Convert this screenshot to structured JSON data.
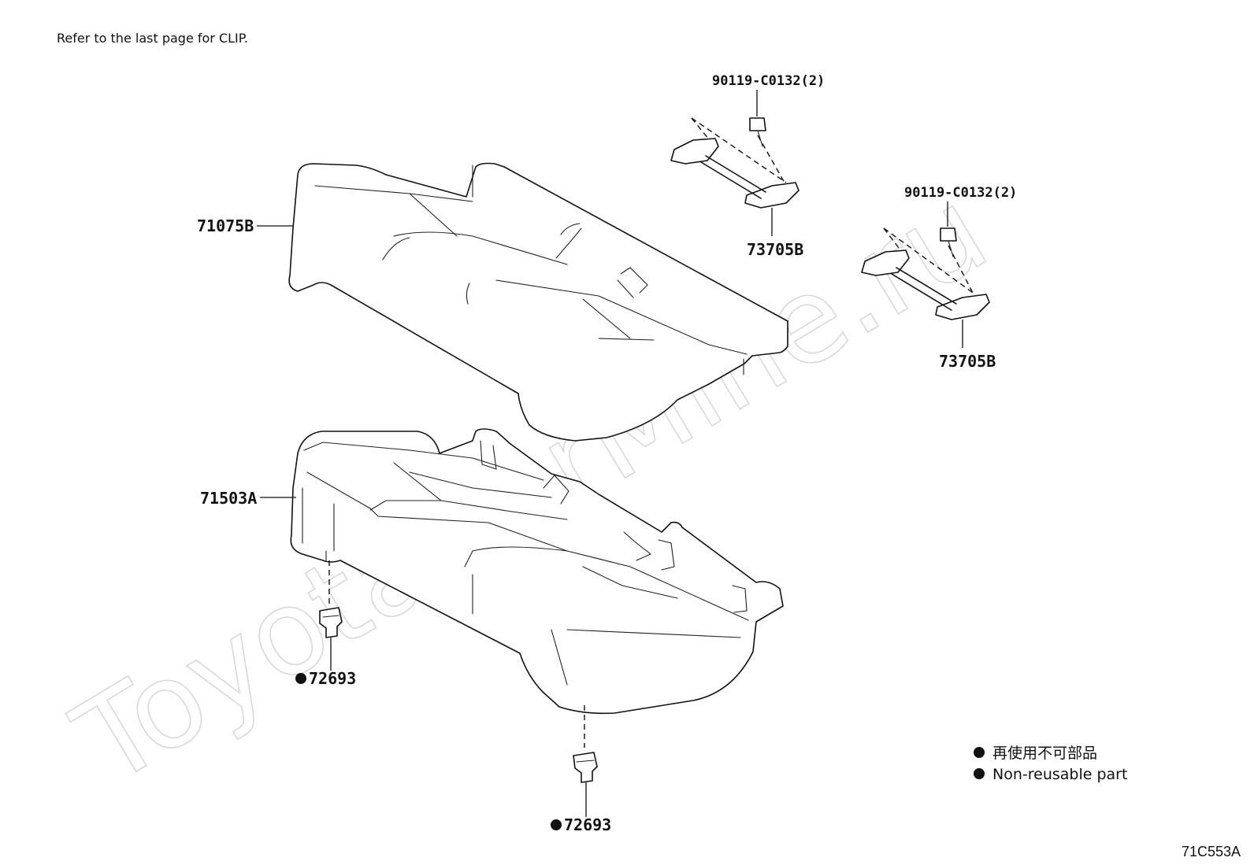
{
  "note": "Refer to the last page for CLIP.",
  "watermark": "ToyotaCarMine.ru",
  "diagram_code": "71C553A",
  "parts": {
    "seat_cover": "71075B",
    "seat_pad": "71503A",
    "bolt_upper": "90119-C0132(2)",
    "bolt_lower": "90119-C0132(2)",
    "hook_upper": "73705B",
    "hook_lower": "73705B",
    "clip_left": "72693",
    "clip_right": "72693"
  },
  "legend": {
    "line1": "再使用不可部品",
    "line2": "Non-reusable part"
  }
}
